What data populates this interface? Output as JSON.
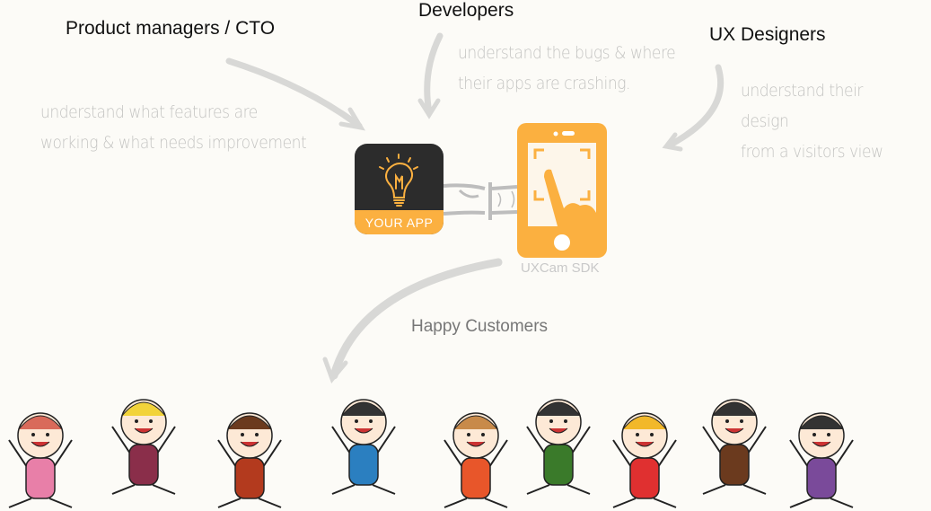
{
  "roles": [
    {
      "title": "Product managers / CTO",
      "desc": [
        "understand what features are",
        "working & what needs improvement"
      ]
    },
    {
      "title": "Developers",
      "desc": [
        "understand the bugs & where",
        "their apps are crashing."
      ]
    },
    {
      "title": "UX Designers",
      "desc": [
        "understand their design",
        "from a visitors view"
      ]
    }
  ],
  "app": {
    "label": "YOUR APP",
    "icon": "lightbulb-icon"
  },
  "sdk": {
    "label": "UXCam SDK",
    "icon": "phone-touch-icon"
  },
  "customers": {
    "label": "Happy Customers"
  },
  "colors": {
    "accent": "#fbb040",
    "dark": "#2c2c2c",
    "arrow": "#d6d6d4"
  }
}
